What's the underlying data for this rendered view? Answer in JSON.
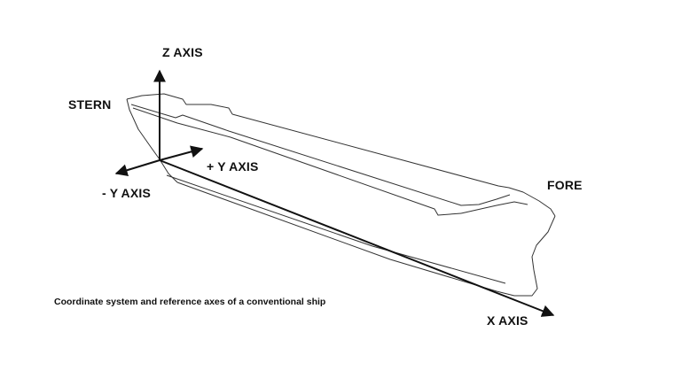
{
  "labels": {
    "z_axis": "Z AXIS",
    "stern": "STERN",
    "plus_y_axis": "+ Y AXIS",
    "minus_y_axis": "- Y AXIS",
    "fore": "FORE",
    "x_axis": "X AXIS"
  },
  "caption": "Coordinate system and reference axes of a conventional ship",
  "colors": {
    "line": "#111111",
    "hull_outline": "#333333",
    "background": "#ffffff"
  }
}
